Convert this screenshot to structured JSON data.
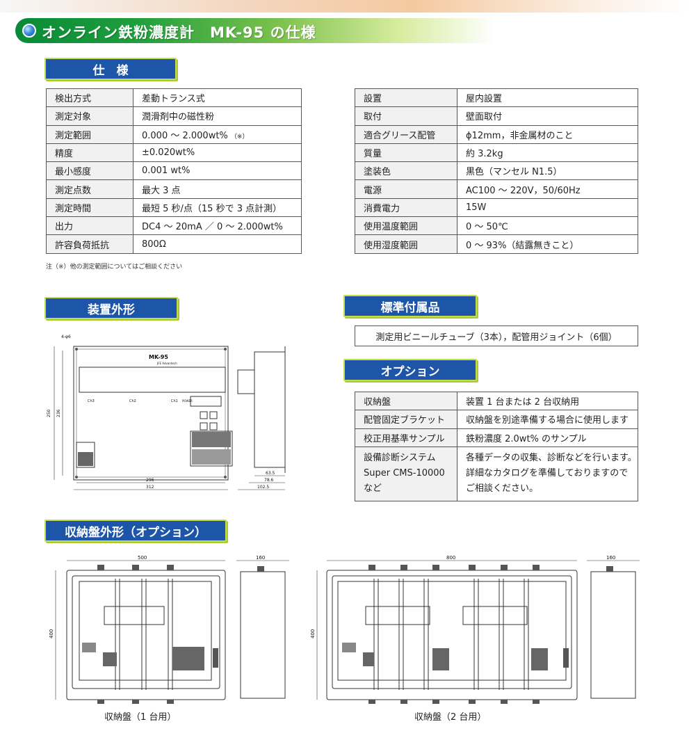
{
  "page_title": "オンライン鉄粉濃度計　MK-95 の仕様",
  "sections": {
    "spec": "仕　様",
    "outline": "装置外形",
    "accessories": "標準付属品",
    "options": "オプション",
    "cabinet": "収納盤外形（オプション）"
  },
  "spec_left": [
    {
      "label": "検出方式",
      "value": "差動トランス式"
    },
    {
      "label": "測定対象",
      "value": "潤滑剤中の磁性粉"
    },
    {
      "label": "測定範囲",
      "value": "0.000 ～ 2.000wt%",
      "note": "（※）"
    },
    {
      "label": "精度",
      "value": "±0.020wt%"
    },
    {
      "label": "最小感度",
      "value": "0.001 wt%"
    },
    {
      "label": "測定点数",
      "value": "最大 3 点"
    },
    {
      "label": "測定時間",
      "value": "最短 5 秒/点（15 秒で 3 点計測）"
    },
    {
      "label": "出力",
      "value": "DC4 ～ 20mA ／ 0 ～ 2.000wt%"
    },
    {
      "label": "許容負荷抵抗",
      "value": "800Ω"
    }
  ],
  "spec_right": [
    {
      "label": "設置",
      "value": "屋内設置"
    },
    {
      "label": "取付",
      "value": "壁面取付"
    },
    {
      "label": "適合グリース配管",
      "value": "ϕ12mm，非金属材のこと"
    },
    {
      "label": "質量",
      "value": "約 3.2kg"
    },
    {
      "label": "塗装色",
      "value": "黒色（マンセル N1.5）"
    },
    {
      "label": "電源",
      "value": "AC100 ～ 220V，50/60Hz"
    },
    {
      "label": "消費電力",
      "value": "15W"
    },
    {
      "label": "使用温度範囲",
      "value": "0 ～ 50℃"
    },
    {
      "label": "使用湿度範囲",
      "value": "0 ～ 93%（結露無きこと）"
    }
  ],
  "footnote": "注（※）他の測定範囲についてはご相談ください",
  "accessories_text": "測定用ビニールチューブ（3本），配管用ジョイント（6個）",
  "options": [
    {
      "label": "収納盤",
      "value": "装置 1 台または 2 台収納用"
    },
    {
      "label": "配管固定ブラケット",
      "value": "収納盤を別途準備する場合に使用します"
    },
    {
      "label": "校正用基準サンプル",
      "value": "鉄粉濃度 2.0wt% のサンプル"
    },
    {
      "label_lines": [
        "設備診断システム",
        "Super CMS-10000",
        "など"
      ],
      "value_lines": [
        "各種データの収集、診断などを行います。",
        "詳細なカタログを準備しておりますので",
        "ご相談ください。"
      ]
    }
  ],
  "drawing": {
    "model": "MK-95",
    "maker": "JFE Advantech",
    "ch_labels": [
      "Ch3",
      "Ch2",
      "Ch1"
    ],
    "hole": "4-φ6",
    "dim_height_outer": "250",
    "dim_height_inner": "236",
    "dim_width_inner": "296",
    "dim_width_outer": "312",
    "dim_side_1": "63.5",
    "dim_side_2": "78.6",
    "dim_side_3": "102.5",
    "power_label": "POWER"
  },
  "cabinet": {
    "dim_w1": "500",
    "dim_w2": "800",
    "dim_depth": "160",
    "dim_h": "400",
    "caption_1": "収納盤（1 台用）",
    "caption_2": "収納盤（2 台用）"
  },
  "colors": {
    "section_bg": "#1d55a8",
    "section_border": "#c4dc4a",
    "title_green": "#0a8a37"
  }
}
